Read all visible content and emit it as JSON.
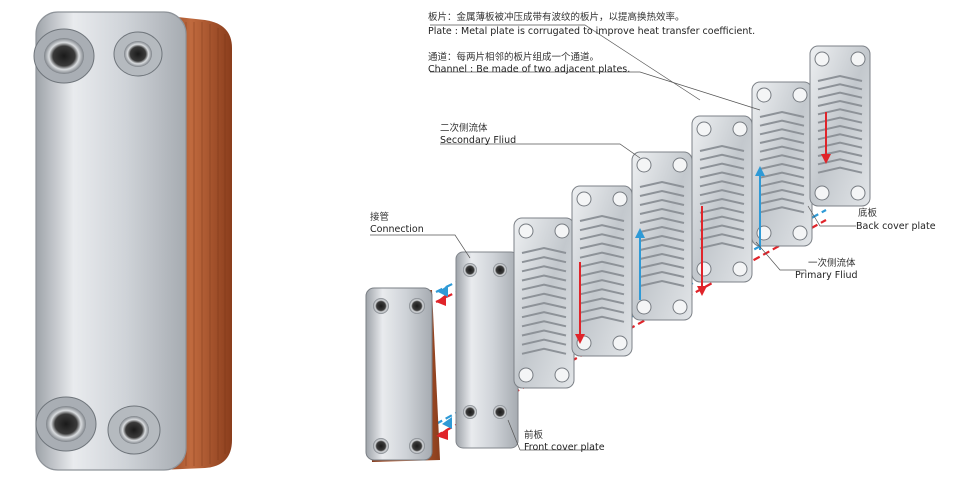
{
  "annotations": {
    "plate": {
      "zh": "板片：金属薄板被冲压成带有波纹的板片，以提高换热效率。",
      "en": "Plate : Metal plate is corrugated to improve heat transfer coefficient."
    },
    "channel": {
      "zh": "通道：每两片相邻的板片组成一个通道。",
      "en": "Channel : Be made of two adjacent plates."
    },
    "secondary_fluid": {
      "zh": "二次侧流体",
      "en": "Secondary Fliud"
    },
    "connection": {
      "zh": "接管",
      "en": "Connection"
    },
    "back_cover_plate": {
      "zh": "底板",
      "en": "Back cover plate"
    },
    "primary_fluid": {
      "zh": "一次侧流体",
      "en": "Primary Fliud"
    },
    "front_cover_plate": {
      "zh": "前板",
      "en": "Front cover plate"
    }
  },
  "colors": {
    "primary_flow": "#e0242a",
    "secondary_flow": "#2f9ad6",
    "copper": "#a8502c",
    "steel": "#c9cdd2"
  }
}
